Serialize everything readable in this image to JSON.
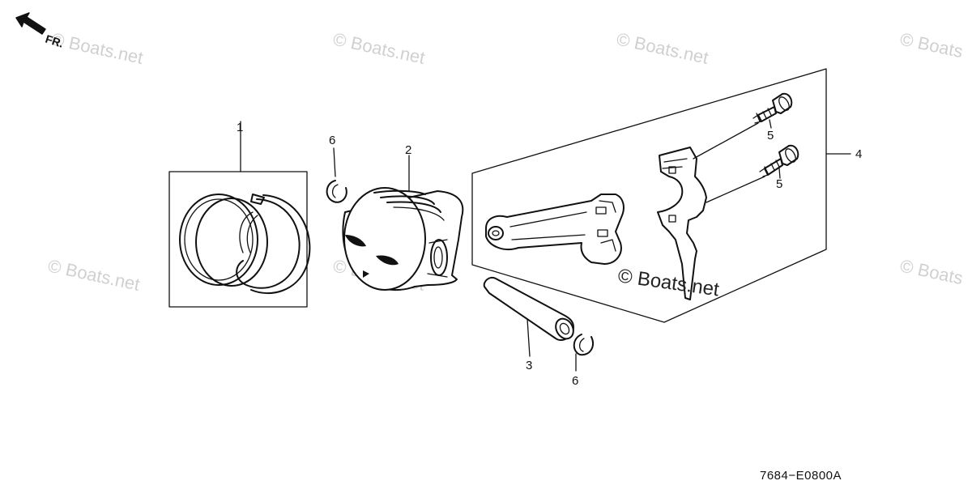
{
  "diagram": {
    "direction_label": "FR.",
    "callouts": {
      "c1": "1",
      "c2": "2",
      "c3": "3",
      "c4": "4",
      "c5a": "5",
      "c5b": "5",
      "c6a": "6",
      "c6b": "6"
    },
    "diagram_code": "7684−E0800A",
    "watermarks": {
      "w1": "© Boats.net",
      "w2": "© Boats.net",
      "w3": "© Boats.net",
      "w4": "© Boats",
      "w5": "© Boats.net",
      "w6": "© Boats.net",
      "w7": "© Boats",
      "main": "© Boats.net"
    }
  }
}
